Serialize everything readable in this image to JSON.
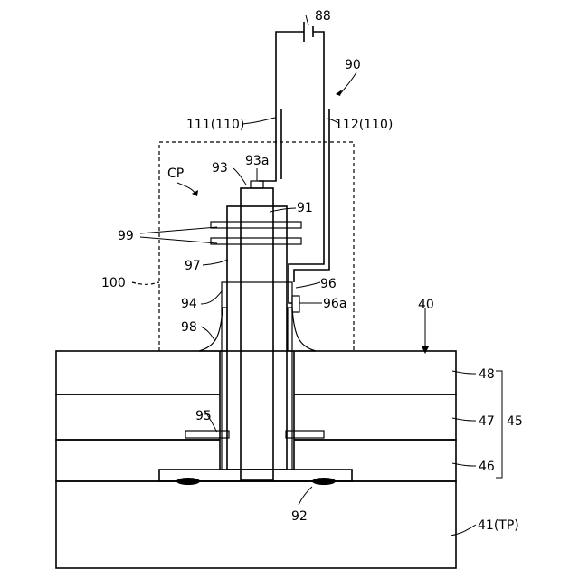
{
  "labels": {
    "l88": "88",
    "l90": "90",
    "l111": "111(110)",
    "l112": "112(110)",
    "l93": "93",
    "l93a": "93a",
    "lCP": "CP",
    "l91": "91",
    "l99": "99",
    "l97": "97",
    "l100": "100",
    "l96": "96",
    "l96a": "96a",
    "l94": "94",
    "l40": "40",
    "l98": "98",
    "l48": "48",
    "l47": "47",
    "l45": "45",
    "l95": "95",
    "l46": "46",
    "l92": "92",
    "l41": "41(TP)"
  }
}
